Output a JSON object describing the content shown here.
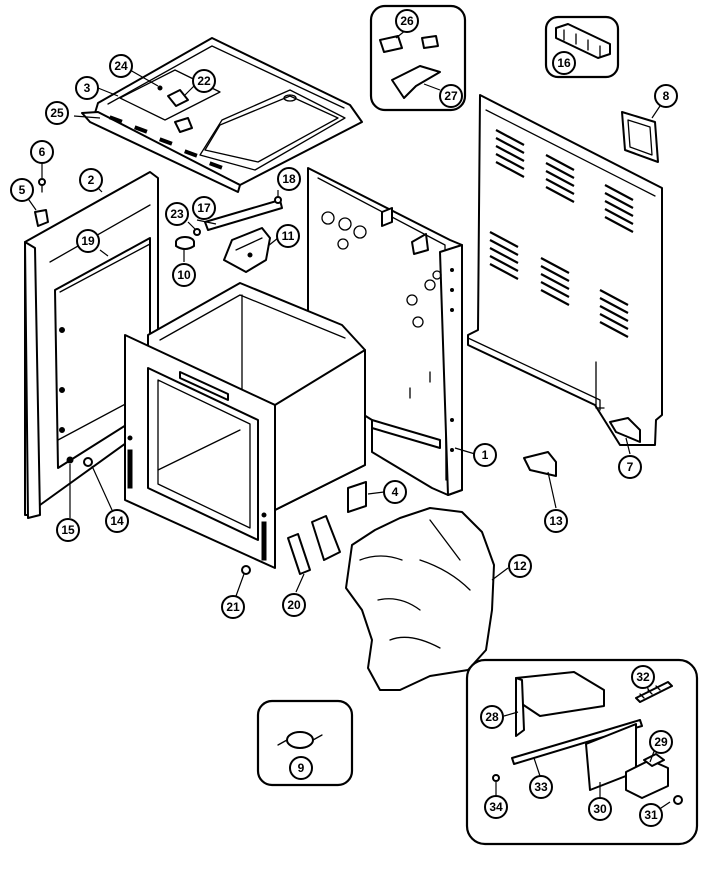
{
  "callouts": [
    {
      "key": "1",
      "label": "1"
    },
    {
      "key": "2",
      "label": "2"
    },
    {
      "key": "3",
      "label": "3"
    },
    {
      "key": "4",
      "label": "4"
    },
    {
      "key": "5",
      "label": "5"
    },
    {
      "key": "6",
      "label": "6"
    },
    {
      "key": "7",
      "label": "7"
    },
    {
      "key": "8",
      "label": "8"
    },
    {
      "key": "9",
      "label": "9"
    },
    {
      "key": "10",
      "label": "10"
    },
    {
      "key": "11",
      "label": "11"
    },
    {
      "key": "12",
      "label": "12"
    },
    {
      "key": "13",
      "label": "13"
    },
    {
      "key": "14",
      "label": "14"
    },
    {
      "key": "15",
      "label": "15"
    },
    {
      "key": "16",
      "label": "16"
    },
    {
      "key": "17",
      "label": "17"
    },
    {
      "key": "18",
      "label": "18"
    },
    {
      "key": "19",
      "label": "19"
    },
    {
      "key": "20",
      "label": "20"
    },
    {
      "key": "21",
      "label": "21"
    },
    {
      "key": "22",
      "label": "22"
    },
    {
      "key": "23",
      "label": "23"
    },
    {
      "key": "24",
      "label": "24"
    },
    {
      "key": "25",
      "label": "25"
    },
    {
      "key": "26",
      "label": "26"
    },
    {
      "key": "27",
      "label": "27"
    },
    {
      "key": "28",
      "label": "28"
    },
    {
      "key": "29",
      "label": "29"
    },
    {
      "key": "30",
      "label": "30"
    },
    {
      "key": "31",
      "label": "31"
    },
    {
      "key": "32",
      "label": "32"
    },
    {
      "key": "33",
      "label": "33"
    },
    {
      "key": "34",
      "label": "34"
    }
  ]
}
